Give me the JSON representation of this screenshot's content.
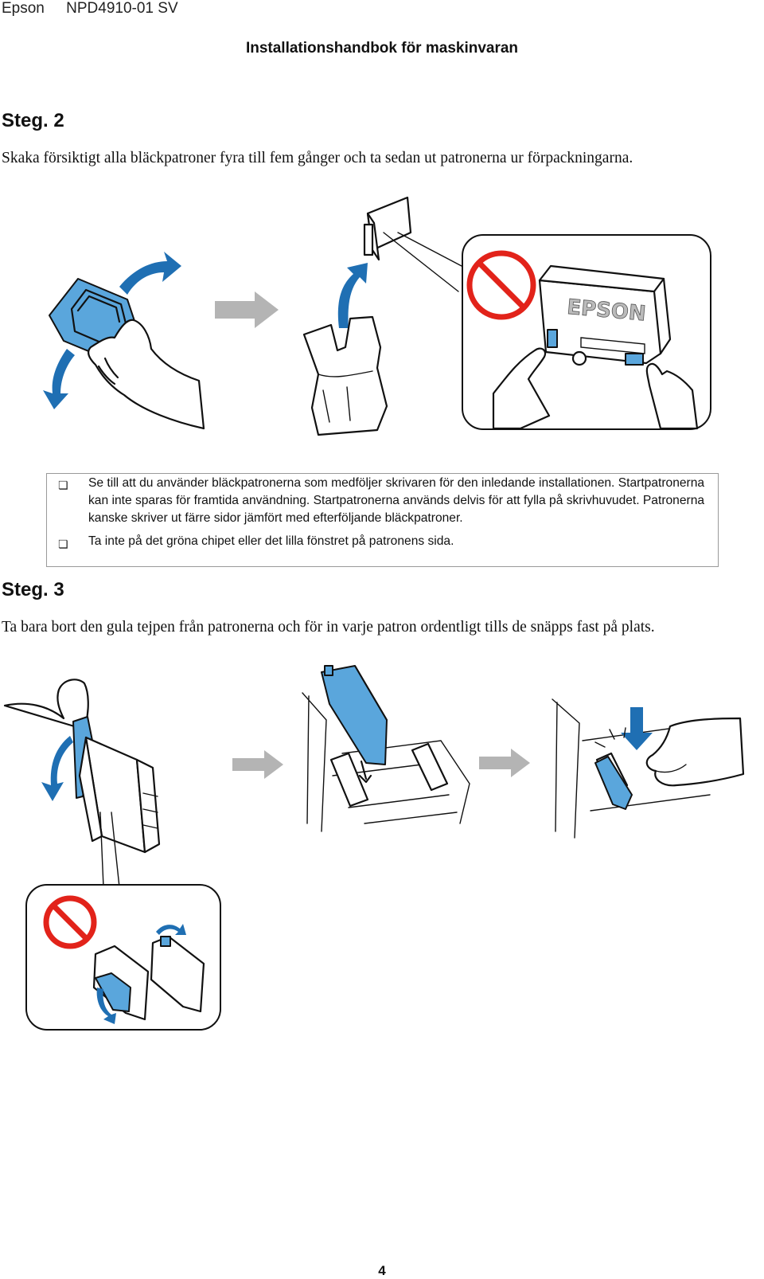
{
  "header": {
    "brand": "Epson",
    "model": "NPD4910-01 SV",
    "title": "Installationshandbok för maskinvaran"
  },
  "step2": {
    "heading": "Steg. 2",
    "text": "Skaka försiktigt alla bläckpatroner fyra till fem gånger och ta sedan ut patronerna ur förpackningarna.",
    "cartridge_label": "EPSON"
  },
  "note": {
    "items": [
      "Se till att du använder bläckpatronerna som medföljer skrivaren för den inledande installationen. Startpatronerna kan inte sparas för framtida användning. Startpatronerna används delvis för att fylla på skrivhuvudet. Patronerna kanske skriver ut färre sidor jämfört med efterföljande bläckpatroner.",
      "Ta inte på det gröna chipet eller det lilla fönstret på patronens sida."
    ],
    "bullet_glyph": "❏"
  },
  "step3": {
    "heading": "Steg. 3",
    "text": "Ta bara bort den gula tejpen från patronerna och för in varje patron ordentligt tills de snäpps fast på plats."
  },
  "page_number": "4",
  "colors": {
    "cartridge_blue": "#5aa6dc",
    "arrow_blue": "#1f6fb3",
    "prohibition_red": "#e2231a",
    "process_arrow_gray": "#b4b4b4"
  }
}
